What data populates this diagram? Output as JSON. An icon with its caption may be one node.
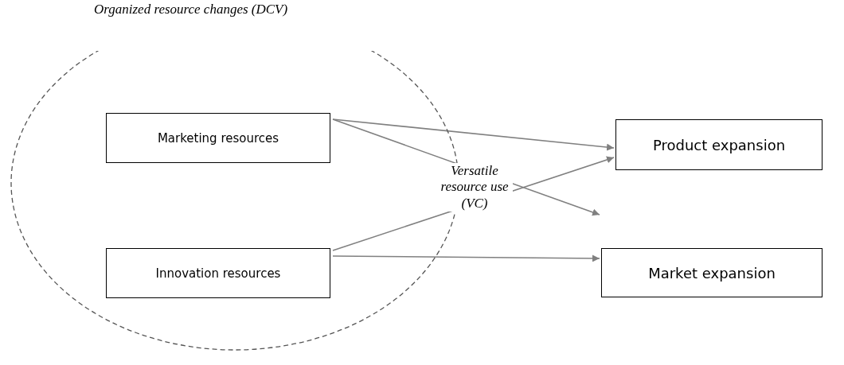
{
  "diagram": {
    "nodes": [
      {
        "text": [
          "Organized resource changes (DCV)"
        ]
      },
      {
        "text": [
          "Marketing resources"
        ],
        "in": 0
      },
      {
        "text": [
          "Product expansion"
        ]
      },
      {
        "text": [
          "Innovation resources"
        ],
        "in": 0
      },
      {
        "text": [
          "Market expansion"
        ]
      }
    ],
    "edges": [
      {
        "from": 1,
        "to": 2,
        "arrow": "to"
      },
      {
        "from": 1,
        "to": 4,
        "arrow": "to"
      },
      {
        "from": 3,
        "to": 2,
        "arrow": "to"
      },
      {
        "from": 3,
        "to": 4,
        "arrow": "to"
      }
    ],
    "labels": [
      "Versatile resource use (VC)"
    ]
  }
}
